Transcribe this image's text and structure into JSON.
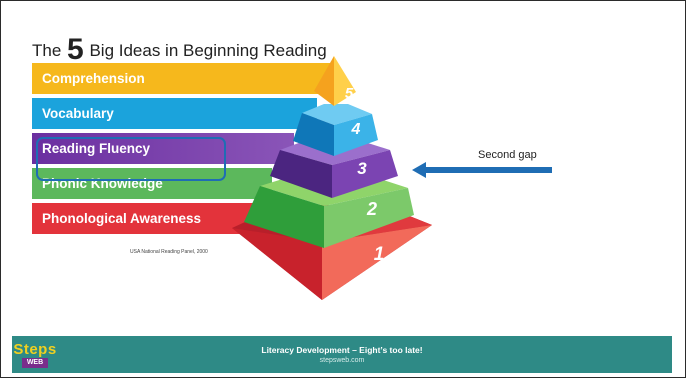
{
  "slide": {
    "title_prefix": "The",
    "title_number": "5",
    "title_suffix": "Big Ideas in Beginning Reading",
    "source": "USA National Reading Panel, 2000",
    "bands": [
      {
        "label": "Comprehension",
        "color": "#f6b81c"
      },
      {
        "label": "Vocabulary",
        "color": "#1ba3dc"
      },
      {
        "label": "Reading Fluency",
        "color": "#7a3ea8"
      },
      {
        "label": "Phonic Knowledge",
        "color": "#5cb85c"
      },
      {
        "label": "Phonological Awareness",
        "color": "#e3333b"
      }
    ],
    "pyramid_levels": [
      "5",
      "4",
      "3",
      "2",
      "1"
    ],
    "annotation": "Second gap"
  },
  "footer": {
    "logo_top": "Steps",
    "logo_bottom": "WEB",
    "title": "Literacy Development – Eight’s too late!",
    "url": "stepsweb.com"
  }
}
